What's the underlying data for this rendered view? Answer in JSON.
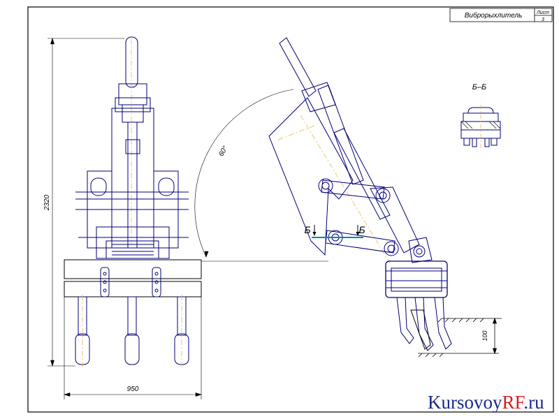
{
  "title_block": {
    "title": "Виброрыхлитель",
    "sheet_label": "Лист",
    "sheet_number": "3"
  },
  "section": {
    "label": "Б–Б",
    "mark_left": "Б",
    "mark_right": "Б"
  },
  "dimensions": {
    "height": "2320",
    "width": "950",
    "angle": "60°",
    "depth": "100"
  },
  "watermark": {
    "part1": "Kursovoy",
    "part2": "RF",
    "part3": ".ru"
  },
  "colors": {
    "linework": "#00007a",
    "outline": "#000000",
    "centerline": "#e3b040",
    "section_line": "#008c8c",
    "watermark_blue": "#1a2a8c",
    "watermark_red": "#d81e1e"
  }
}
